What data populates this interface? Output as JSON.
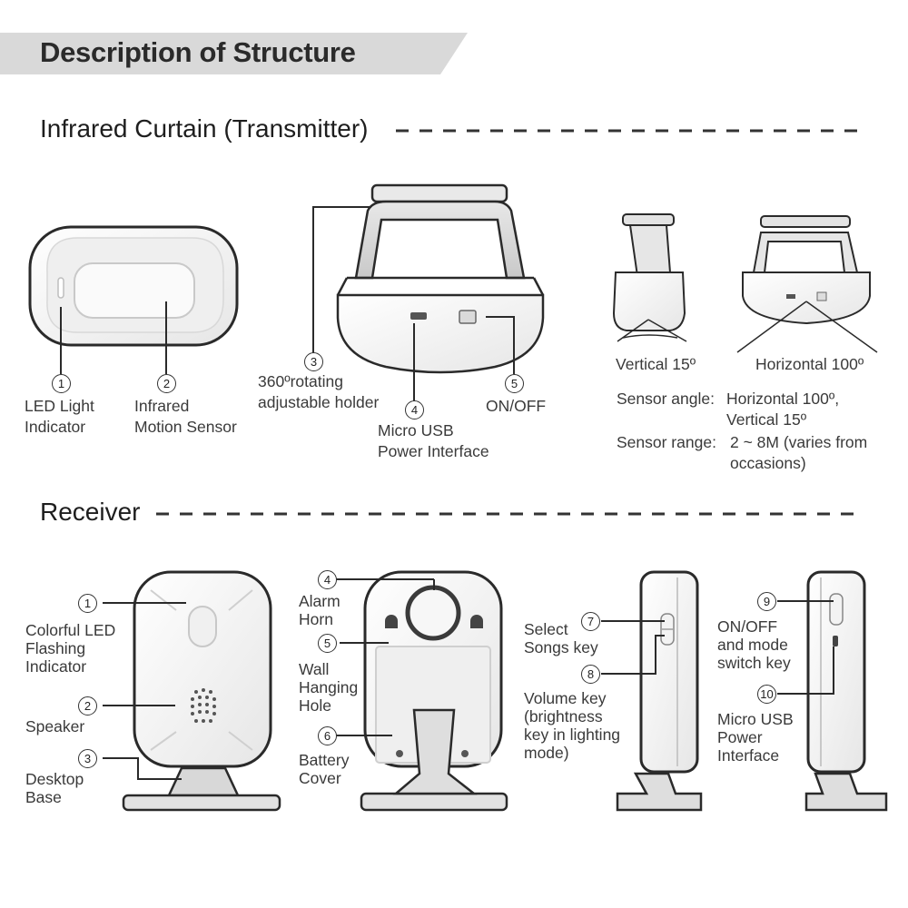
{
  "header": {
    "title": "Description of Structure"
  },
  "transmitter": {
    "section_title": "Infrared Curtain (Transmitter)",
    "callouts": [
      {
        "num": "1",
        "label": "LED Light\nIndicator"
      },
      {
        "num": "2",
        "label": "Infrared\nMotion Sensor"
      },
      {
        "num": "3",
        "label": "360ºrotating\nadjustable holder"
      },
      {
        "num": "4",
        "label": "Micro USB\nPower Interface"
      },
      {
        "num": "5",
        "label": "ON/OFF"
      }
    ],
    "angle_vertical": "Vertical 15º",
    "angle_horizontal": "Horizontal 100º",
    "spec_angle_label": "Sensor angle:",
    "spec_angle_value_1": "Horizontal 100º,",
    "spec_angle_value_2": "Vertical 15º",
    "spec_range_label": "Sensor range:",
    "spec_range_value_1": "2 ~ 8M (varies from",
    "spec_range_value_2": "occasions)"
  },
  "receiver": {
    "section_title": "Receiver",
    "front_callouts": [
      {
        "num": "1",
        "label": "Colorful LED\nFlashing\nIndicator"
      },
      {
        "num": "2",
        "label": "Speaker"
      },
      {
        "num": "3",
        "label": "Desktop\nBase"
      }
    ],
    "back_callouts": [
      {
        "num": "4",
        "label": "Alarm\nHorn"
      },
      {
        "num": "5",
        "label": "Wall\nHanging\nHole"
      },
      {
        "num": "6",
        "label": "Battery\nCover"
      }
    ],
    "side_callouts": [
      {
        "num": "7",
        "label": "Select\nSongs key"
      },
      {
        "num": "8",
        "label": "Volume key\n(brightness\nkey in lighting\nmode)"
      },
      {
        "num": "9",
        "label": "ON/OFF\nand mode\nswitch key"
      },
      {
        "num": "10",
        "label": "Micro USB\nPower\nInterface"
      }
    ]
  },
  "colors": {
    "banner": "#d9d9d9",
    "device_body": "#f4f4f4",
    "device_outline": "#2a2a2a",
    "accent_gray": "#c8c8c8"
  }
}
